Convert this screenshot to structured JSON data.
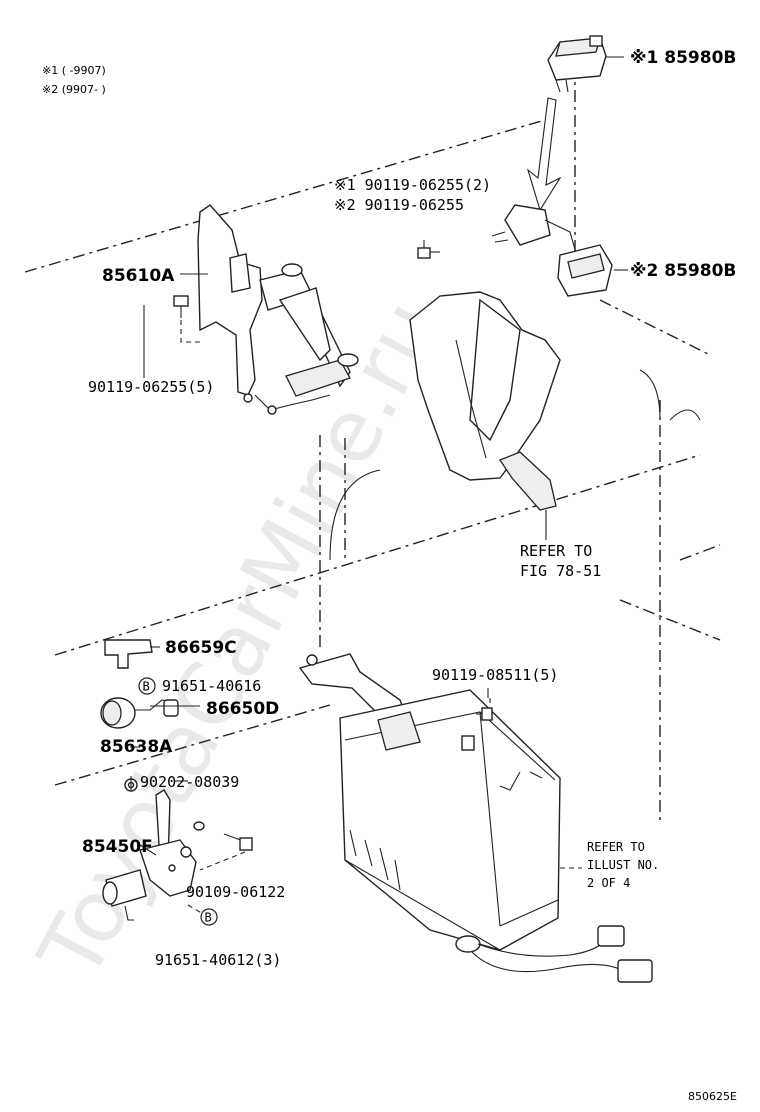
{
  "notes": {
    "note1": "※1 (      -9907)",
    "note2": "※2 (9907-      )"
  },
  "labels": {
    "p85980B_1": "※1 85980B",
    "p85980B_2": "※2 85980B",
    "bolt_a1": "※1 90119-06255(2)",
    "bolt_a2": "※2 90119-06255",
    "p85610A": "85610A",
    "bolt_b": "90119-06255(5)",
    "refer1_l1": "REFER TO",
    "refer1_l2": "FIG 78-51",
    "p86659C": "86659C",
    "p91651_40616": "91651-40616",
    "p86650D": "86650D",
    "p85638A": "85638A",
    "p90202": "90202-08039",
    "p85450F": "85450F",
    "p90109": "90109-06122",
    "p91651_40612": "91651-40612(3)",
    "p90119_08511": "90119-08511(5)",
    "refer2_l1": "REFER TO",
    "refer2_l2": "ILLUST NO.",
    "refer2_l3": "2 OF 4",
    "b_marker": "B",
    "drawing_id": "850625E"
  },
  "watermark": "ToyotaCarMine.ru"
}
